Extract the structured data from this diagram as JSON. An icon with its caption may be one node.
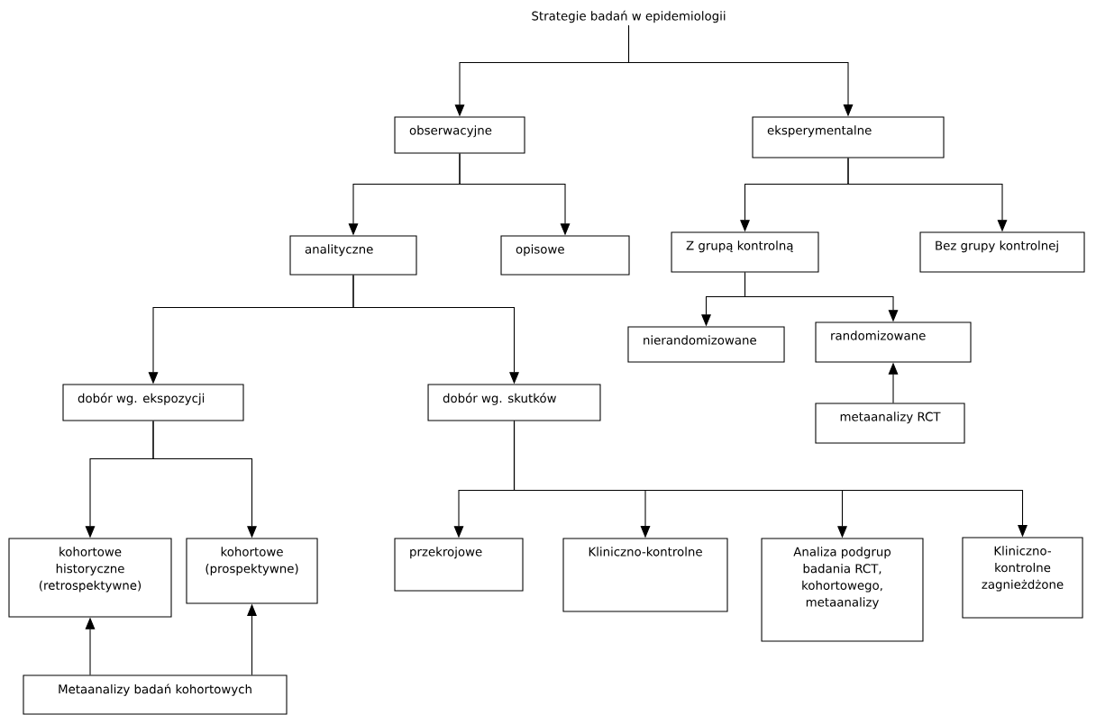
{
  "diagram": {
    "nodes": [
      {
        "text": [
          "Strategie badań w epidemiologii"
        ]
      },
      {
        "text": [
          "obserwacyjne"
        ]
      },
      {
        "text": [
          "eksperymentalne"
        ]
      },
      {
        "text": [
          "analityczne"
        ]
      },
      {
        "text": [
          "opisowe"
        ]
      },
      {
        "text": [
          "Z grupą kontrolną"
        ]
      },
      {
        "text": [
          "Bez grupy kontrolnej"
        ]
      },
      {
        "text": [
          "nierandomizowane"
        ]
      },
      {
        "text": [
          "randomizowane"
        ]
      },
      {
        "text": [
          "metaanalizy RCT"
        ]
      },
      {
        "text": [
          "dobór wg. ekspozycji"
        ]
      },
      {
        "text": [
          "dobór wg. skutków"
        ]
      },
      {
        "text": [
          "kohortowe historyczne (retrospektywne)"
        ]
      },
      {
        "text": [
          "kohortowe (prospektywne)"
        ]
      },
      {
        "text": [
          "przekrojowe"
        ]
      },
      {
        "text": [
          "Kliniczno-kontrolne"
        ]
      },
      {
        "text": [
          "Analiza podgrup badania RCT, kohortowego, metaanalizy"
        ]
      },
      {
        "text": [
          "Kliniczno- kontrolne zagnieżdżone"
        ]
      },
      {
        "text": [
          "Metaanalizy badań kohortowych"
        ]
      }
    ],
    "edges": [
      {
        "from": 0,
        "to": 1,
        "arrow": "to"
      },
      {
        "from": 0,
        "to": 2,
        "arrow": "to"
      },
      {
        "from": 1,
        "to": 3,
        "arrow": "to"
      },
      {
        "from": 1,
        "to": 4,
        "arrow": "to"
      },
      {
        "from": 2,
        "to": 5,
        "arrow": "to"
      },
      {
        "from": 2,
        "to": 6,
        "arrow": "to"
      },
      {
        "from": 5,
        "to": 7,
        "arrow": "to"
      },
      {
        "from": 5,
        "to": 8,
        "arrow": "to"
      },
      {
        "from": 9,
        "to": 8,
        "arrow": "to"
      },
      {
        "from": 3,
        "to": 10,
        "arrow": "to"
      },
      {
        "from": 3,
        "to": 11,
        "arrow": "to"
      },
      {
        "from": 10,
        "to": 12,
        "arrow": "to"
      },
      {
        "from": 10,
        "to": 13,
        "arrow": "to"
      },
      {
        "from": 11,
        "to": 14,
        "arrow": "to"
      },
      {
        "from": 11,
        "to": 15,
        "arrow": "to"
      },
      {
        "from": 11,
        "to": 16,
        "arrow": "to"
      },
      {
        "from": 11,
        "to": 17,
        "arrow": "to"
      },
      {
        "from": 18,
        "to": 12,
        "arrow": "to"
      },
      {
        "from": 18,
        "to": 13,
        "arrow": "to"
      }
    ]
  }
}
